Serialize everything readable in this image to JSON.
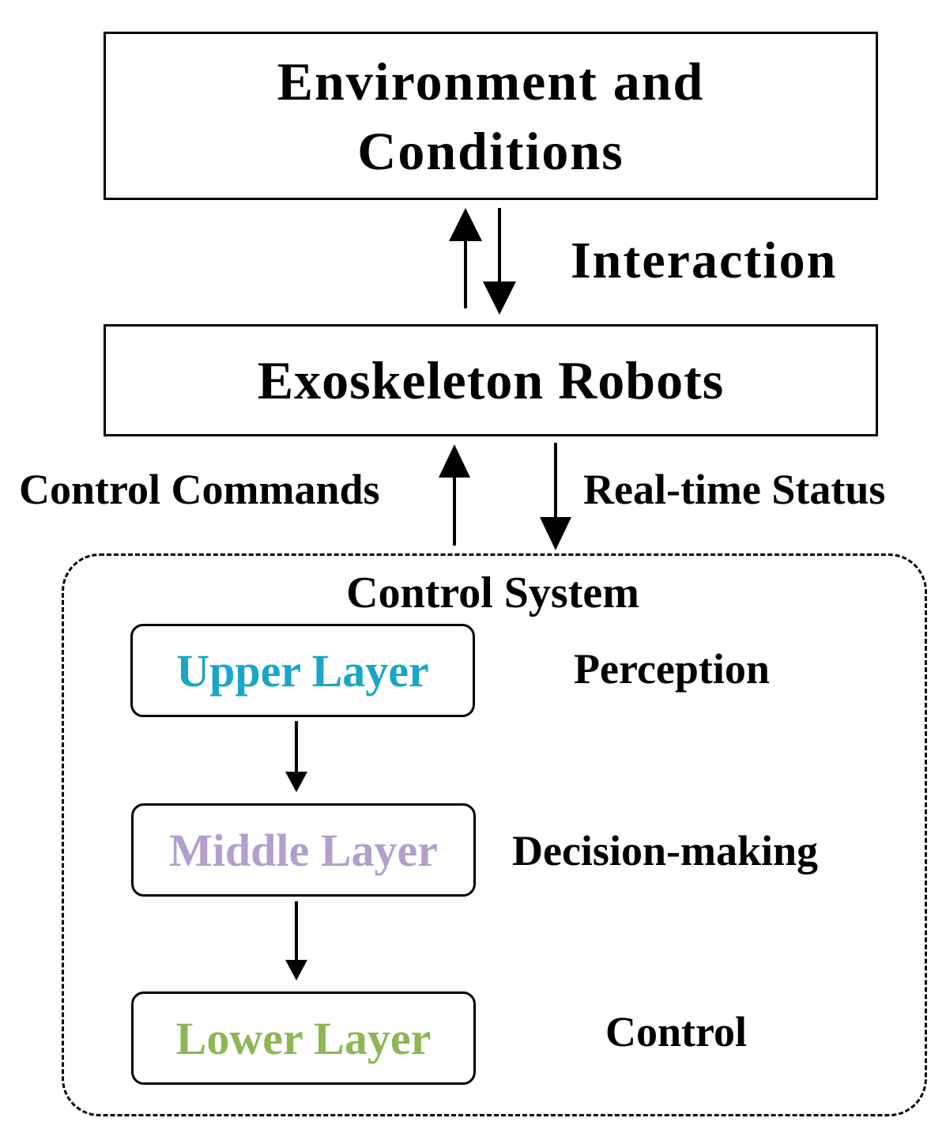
{
  "environment": {
    "line1": "Environment and",
    "line2": "Conditions"
  },
  "interaction": {
    "label": "Interaction"
  },
  "robot": {
    "label": "Exoskeleton Robots"
  },
  "links": {
    "commands": "Control Commands",
    "status": "Real-time Status"
  },
  "control_system": {
    "title": "Control System",
    "layers": [
      {
        "label": "Upper Layer",
        "role": "Perception",
        "color": "#1aa6c6"
      },
      {
        "label": "Middle Layer",
        "role": "Decision-making",
        "color": "#b49fcb"
      },
      {
        "label": "Lower Layer",
        "role": "Control",
        "color": "#8db756"
      }
    ]
  }
}
